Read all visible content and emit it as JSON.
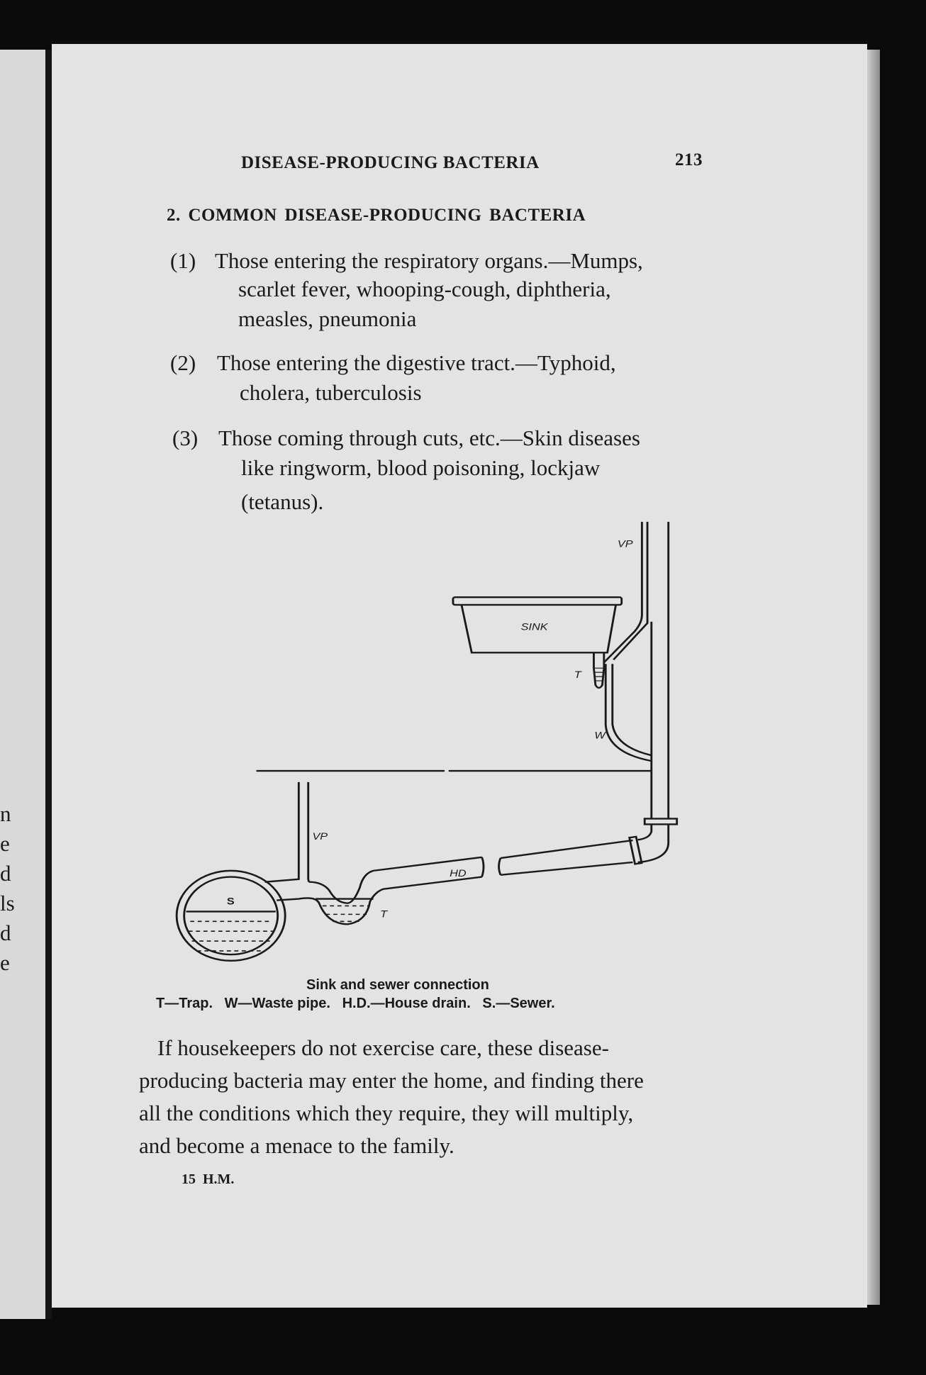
{
  "running_head": {
    "title": "DISEASE-PRODUCING BACTERIA",
    "page_number": "213"
  },
  "section_heading": "2.  COMMON  DISEASE-PRODUCING  BACTERIA",
  "list": [
    {
      "num": "(1)",
      "lines": [
        "Those entering the respiratory organs.—Mumps,",
        "scarlet  fever,  whooping-cough,  diphtheria,",
        "measles, pneumonia"
      ]
    },
    {
      "num": "(2)",
      "lines": [
        "Those  entering  the  digestive  tract.—Typhoid,",
        "cholera, tuberculosis"
      ]
    },
    {
      "num": "(3)",
      "lines": [
        "Those  coming  through  cuts,  etc.—Skin  diseases",
        "like   ringworm,   blood   poisoning,   lockjaw",
        "(tetanus)."
      ]
    }
  ],
  "figure": {
    "labels": {
      "sink": "SINK",
      "vent_pipe_top": "VP",
      "trap_top": "T",
      "waste": "W",
      "vent_pipe_bottom": "VP",
      "house_drain": "HD",
      "sewer": "S",
      "trap_bottom": "T"
    },
    "caption": "Sink and sewer connection",
    "legend": "T—Trap.   W—Waste pipe.   H.D.—House drain.   S.—Sewer."
  },
  "paragraph": [
    "If housekeepers do not exercise care, these disease-",
    "producing bacteria may enter the home, and finding there",
    "all the conditions which they require, they will multiply,",
    "and become a menace to the family."
  ],
  "signature_mark": "15  H.M.",
  "left_page_fragments": [
    "n",
    "e",
    "d",
    "ls",
    "d",
    "e"
  ]
}
